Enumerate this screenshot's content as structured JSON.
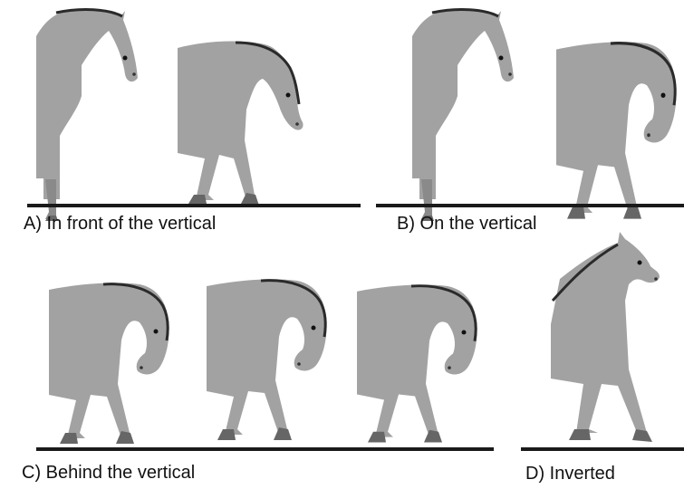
{
  "colors": {
    "horse_body": "#a2a2a2",
    "horse_shade": "#868686",
    "mane": "#2a2a2a",
    "ground": "#1a1a1a",
    "caption_text": "#111111"
  },
  "panels": [
    {
      "id": "A",
      "caption": "A) In front of the vertical"
    },
    {
      "id": "B",
      "caption": "B) On the vertical"
    },
    {
      "id": "C",
      "caption": "C) Behind the vertical"
    },
    {
      "id": "D",
      "caption": "D) Inverted"
    }
  ]
}
